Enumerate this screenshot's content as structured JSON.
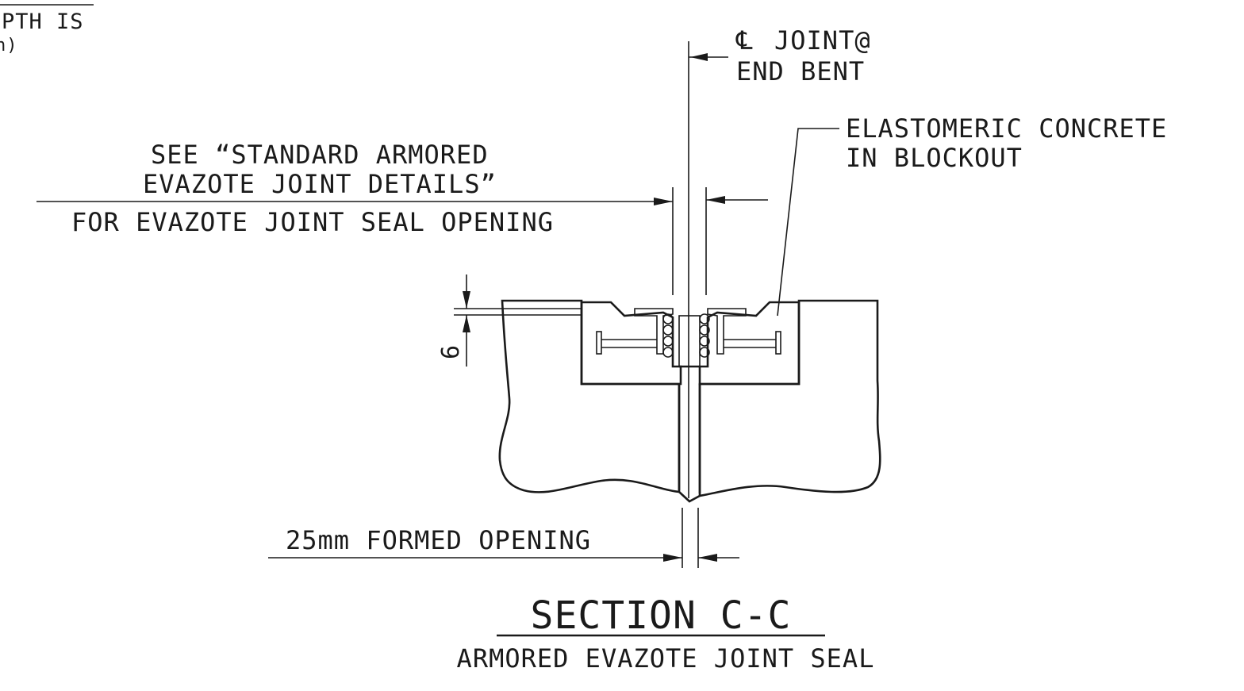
{
  "partial_note": {
    "line1": "PTH IS",
    "line2": "n)"
  },
  "labels": {
    "centerline_joint": "JOINT@",
    "centerline_symbol": "℄",
    "end_bent": "END BENT",
    "elastomeric_line1": "ELASTOMERIC CONCRETE",
    "elastomeric_line2": "IN BLOCKOUT",
    "see_line1": "SEE “STANDARD ARMORED",
    "see_line2": "EVAZOTE JOINT DETAILS”",
    "see_line3": "FOR EVAZOTE JOINT SEAL OPENING",
    "dim_six": "6",
    "formed_opening": "25mm FORMED OPENING"
  },
  "title": {
    "main": "SECTION C-C",
    "sub": "ARMORED EVAZOTE JOINT SEAL"
  }
}
